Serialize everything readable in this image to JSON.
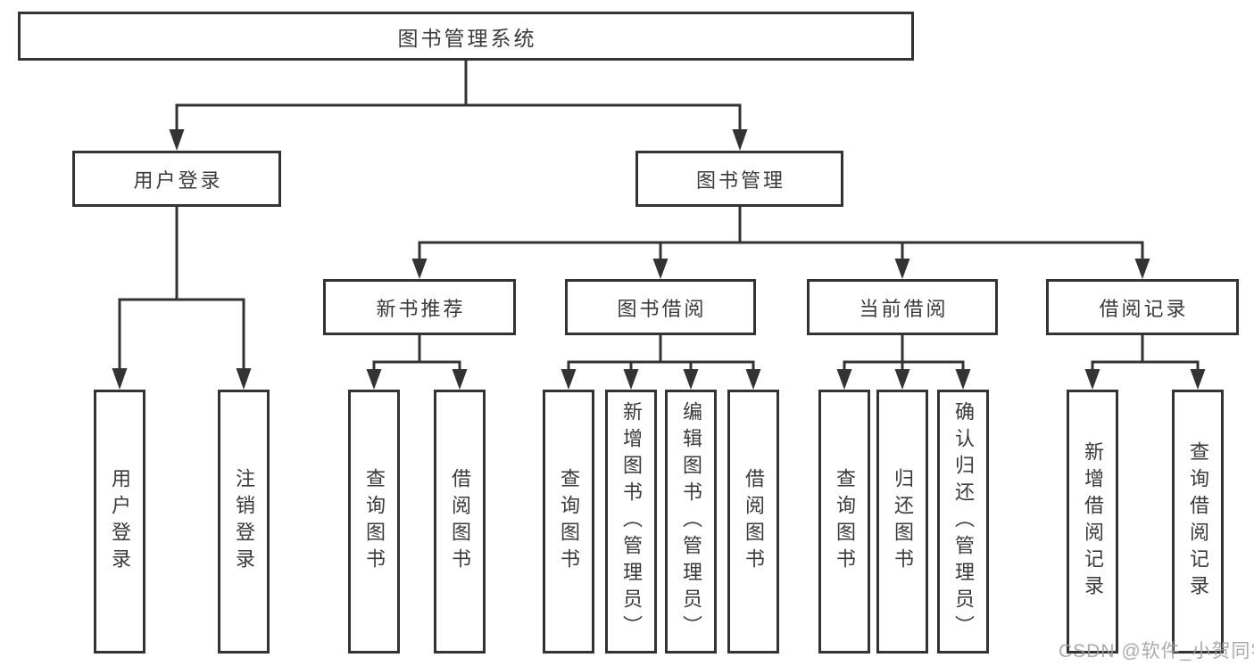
{
  "diagram": {
    "root": "图书管理系统",
    "branches": [
      {
        "label": "用户登录",
        "children": [
          "用户登录",
          "注销登录"
        ]
      },
      {
        "label": "图书管理",
        "modules": [
          {
            "label": "新书推荐",
            "children": [
              "查询图书",
              "借阅图书"
            ]
          },
          {
            "label": "图书借阅",
            "children": [
              "查询图书",
              "新增图书（管理员）",
              "编辑图书（管理员）",
              "借阅图书"
            ]
          },
          {
            "label": "当前借阅",
            "children": [
              "查询图书",
              "归还图书",
              "确认归还（管理员）"
            ]
          },
          {
            "label": "借阅记录",
            "children": [
              "新增借阅记录",
              "查询借阅记录"
            ]
          }
        ]
      }
    ]
  },
  "watermark": "CSDN @软件_小贺同学",
  "colors": {
    "line": "#333333",
    "text": "#3a3a3a",
    "background": "#ffffff",
    "watermark": "#9c9c9c"
  }
}
